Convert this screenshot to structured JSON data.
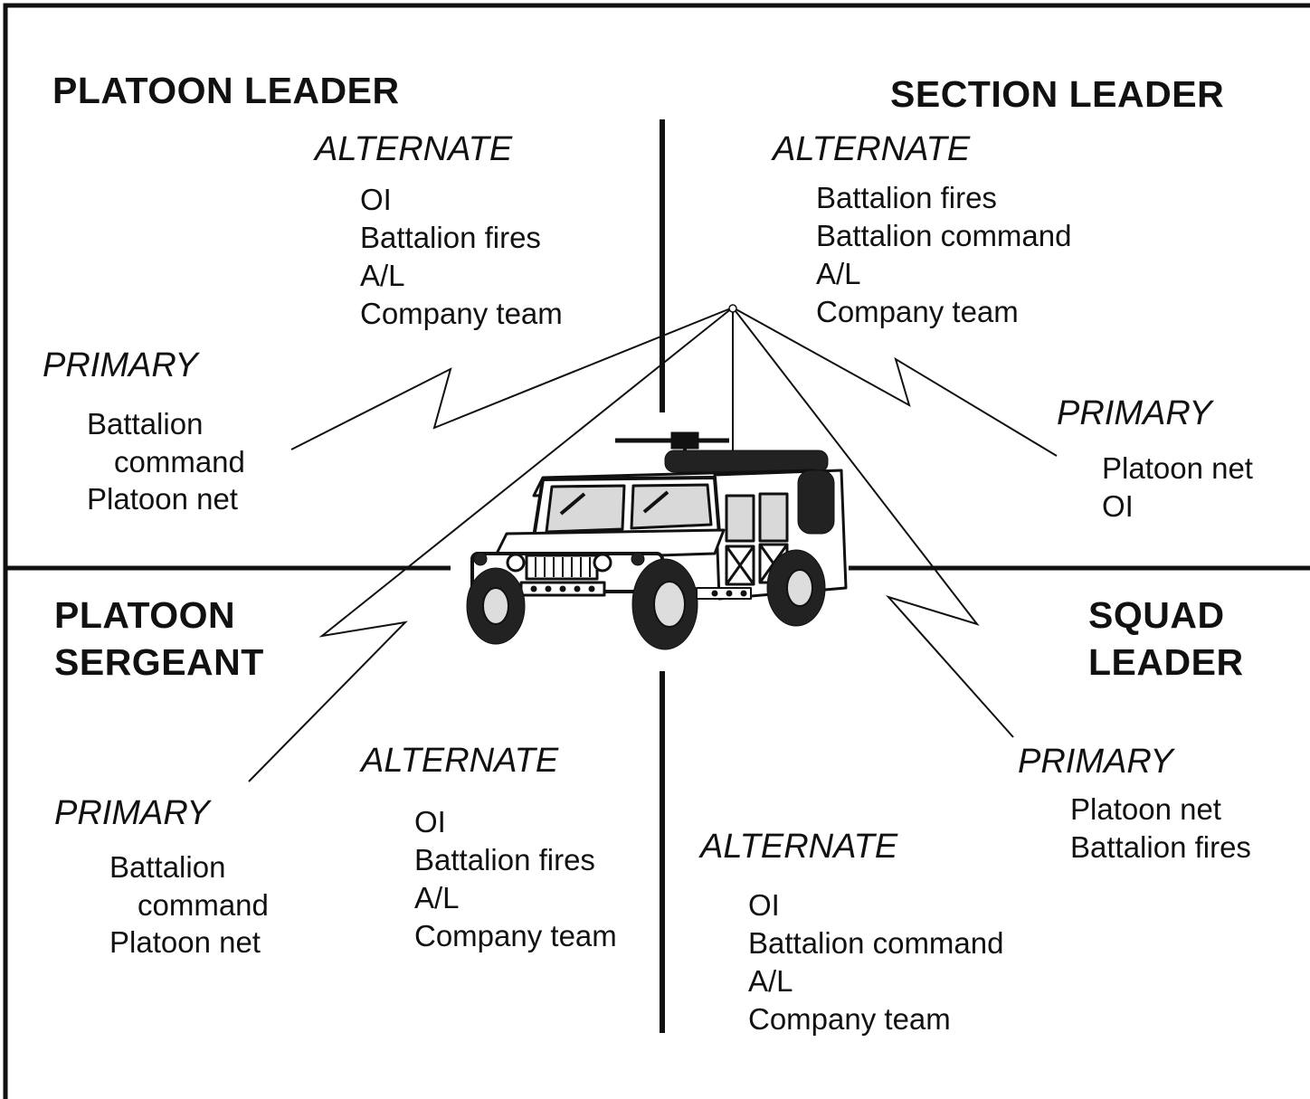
{
  "colors": {
    "ink": "#111111",
    "background": "#ffffff",
    "vehicle_fill": "#d9d9d9"
  },
  "icons": {
    "vehicle": "humvee-icon",
    "antenna": "antenna-icon"
  },
  "quadrants": {
    "platoon_leader": {
      "title": "PLATOON LEADER",
      "alternate": {
        "label": "ALTERNATE",
        "items": [
          "OI",
          "Battalion fires",
          "A/L",
          "Company team"
        ]
      },
      "primary": {
        "label": "PRIMARY",
        "items": [
          "Battalion",
          "command",
          "Platoon net"
        ]
      }
    },
    "section_leader": {
      "title": "SECTION LEADER",
      "alternate": {
        "label": "ALTERNATE",
        "items": [
          "Battalion fires",
          "Battalion command",
          "A/L",
          "Company team"
        ]
      },
      "primary": {
        "label": "PRIMARY",
        "items": [
          "Platoon net",
          "OI"
        ]
      }
    },
    "platoon_sergeant": {
      "title_lines": [
        "PLATOON",
        "SERGEANT"
      ],
      "alternate": {
        "label": "ALTERNATE",
        "items": [
          "OI",
          "Battalion fires",
          "A/L",
          "Company team"
        ]
      },
      "primary": {
        "label": "PRIMARY",
        "items": [
          "Battalion",
          "command",
          "Platoon net"
        ]
      }
    },
    "squad_leader": {
      "title_lines": [
        "SQUAD",
        "LEADER"
      ],
      "alternate": {
        "label": "ALTERNATE",
        "items": [
          "OI",
          "Battalion command",
          "A/L",
          "Company team"
        ]
      },
      "primary": {
        "label": "PRIMARY",
        "items": [
          "Platoon net",
          "Battalion fires"
        ]
      }
    }
  }
}
